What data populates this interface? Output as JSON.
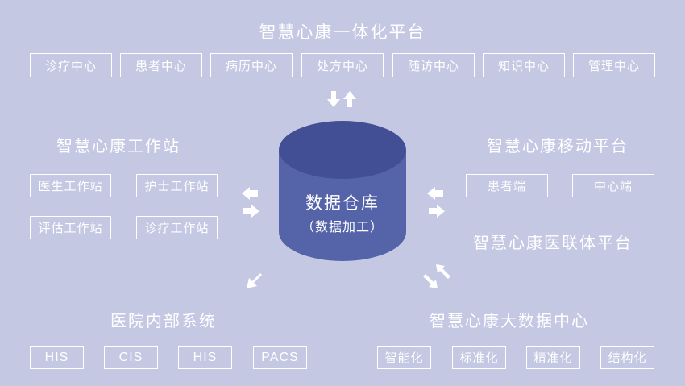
{
  "colors": {
    "background": "#c4c8e3",
    "text": "#ffffff",
    "cylinder_body": "#5563a9",
    "cylinder_top": "#424f94"
  },
  "top": {
    "title": "智慧心康一体化平台",
    "items": [
      "诊疗中心",
      "患者中心",
      "病历中心",
      "处方中心",
      "随访中心",
      "知识中心",
      "管理中心"
    ]
  },
  "center": {
    "title": "数据仓库",
    "subtitle": "（数据加工）"
  },
  "workstation": {
    "title": "智慧心康工作站",
    "items": [
      "医生工作站",
      "护士工作站",
      "评估工作站",
      "诊疗工作站"
    ]
  },
  "mobile": {
    "title": "智慧心康移动平台",
    "items": [
      "患者端",
      "中心端"
    ]
  },
  "medical_union": {
    "title": "智慧心康医联体平台"
  },
  "hospital": {
    "title": "医院内部系统",
    "items": [
      "HIS",
      "CIS",
      "HIS",
      "PACS"
    ]
  },
  "bigdata": {
    "title": "智慧心康大数据中心",
    "items": [
      "智能化",
      "标准化",
      "精准化",
      "结构化"
    ]
  }
}
